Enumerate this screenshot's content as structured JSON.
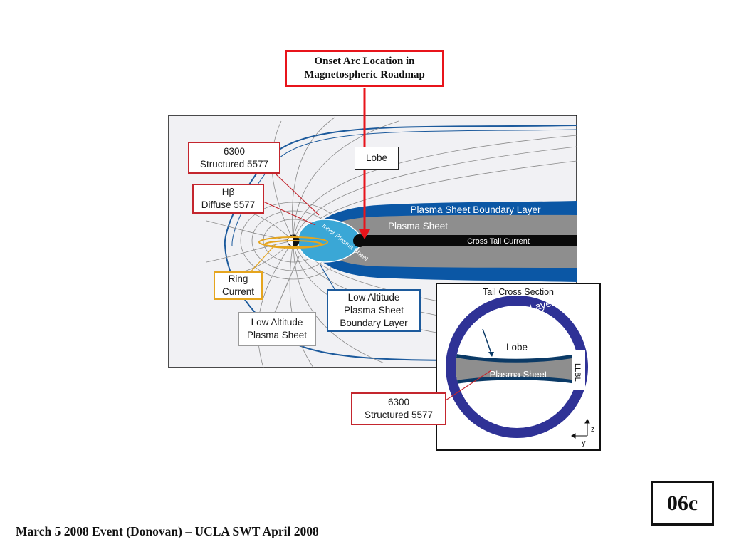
{
  "title": {
    "line1": "Onset Arc Location in",
    "line2": "Magnetospheric Roadmap"
  },
  "labels": {
    "red_top": {
      "line1": "6300",
      "line2": "Structured 5577"
    },
    "hbeta": {
      "line1": "Hβ",
      "line2": "Diffuse 5577"
    },
    "ring_current": {
      "line1": "Ring",
      "line2": "Current"
    },
    "low_alt_ps": {
      "line1": "Low Altitude",
      "line2": "Plasma Sheet"
    },
    "low_alt_psbl": {
      "line1": "Low Altitude",
      "line2": "Plasma Sheet",
      "line3": "Boundary Layer"
    },
    "lobe": "Lobe",
    "red_bottom": {
      "line1": "6300",
      "line2": "Structured 5577"
    }
  },
  "regions": {
    "psbl": "Plasma Sheet Boundary Layer",
    "plasma_sheet": "Plasma Sheet",
    "cross_tail_current": "Cross Tail Current",
    "inner_plasma_sheet": "Inner Plasma Sheet"
  },
  "inset": {
    "title": "Tail Cross Section",
    "boundary_layer": "Boundary Layer",
    "lobe": "Lobe",
    "plasma_sheet": "Plasma Sheet",
    "llbl": "LLBL",
    "axis_z": "z",
    "axis_y": "y"
  },
  "footer": "March 5 2008 Event (Donovan) – UCLA SWT April 2008",
  "slide_id": "06c",
  "colors": {
    "accent_red": "#e8141b",
    "psbl_blue": "#0b57a5",
    "inner_ps_blue": "#3aa7d6",
    "plasma_sheet_gray": "#8e8e8e",
    "ring_gold": "#e5a51e",
    "boundary_navy": "#2f3296"
  }
}
